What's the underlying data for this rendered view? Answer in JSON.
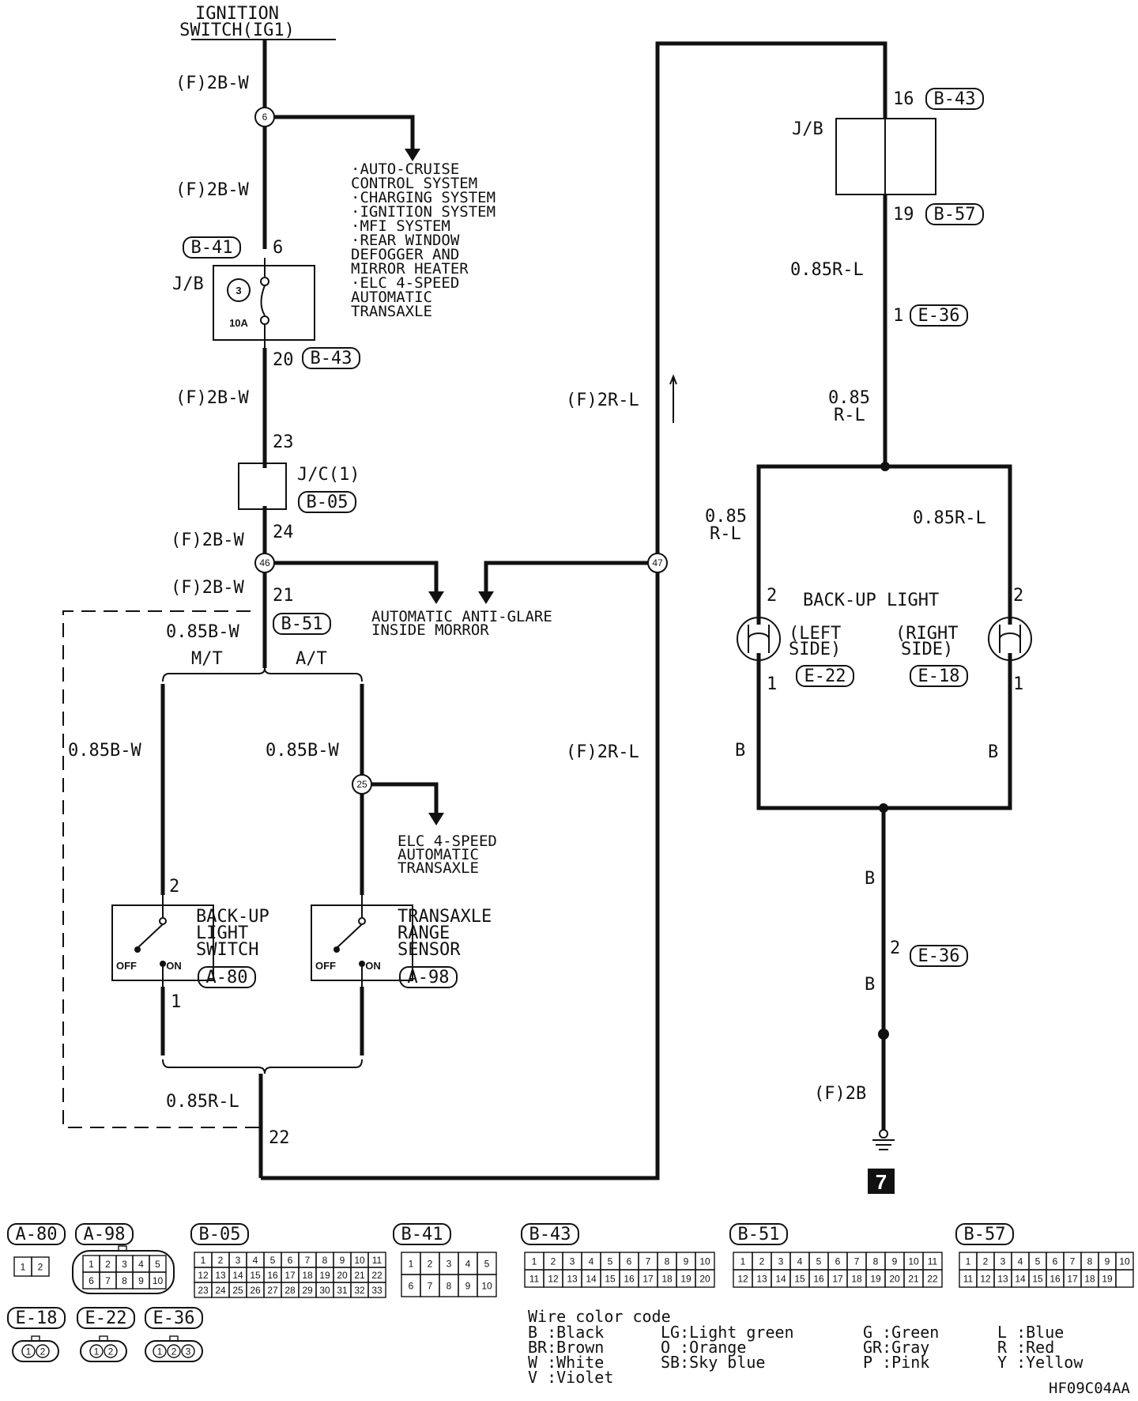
{
  "labels": {
    "ig_line1": "IGNITION",
    "ig_line2": "SWITCH(IG1)",
    "w1": "(F)2B-W",
    "w2": "(F)2B-W",
    "w3": "(F)2B-W",
    "w4": "(F)2B-W",
    "w5": "(F)2B-W",
    "w6": "0.85B-W",
    "mt": "M/T",
    "at": "A/T",
    "w7": "0.85B-W",
    "w8": "0.85B-W",
    "w9": "0.85R-L",
    "w10": "(F)2R-L",
    "w11": "(F)2R-L",
    "w12": "0.85R-L",
    "w13a": "0.85",
    "w13b": "R-L",
    "w14a": "0.85",
    "w14b": "R-L",
    "w15": "0.85R-L",
    "w16": "B",
    "w17": "B",
    "w18": "B",
    "w19": "B",
    "w20": "(F)2B",
    "jb_left": "J/B",
    "jb_right": "J/B",
    "fuse_no": "3",
    "fuse_amp": "10A",
    "jc_label": "J/C(1)",
    "conn_b41": "B-41",
    "conn_b43_l": "B-43",
    "conn_b05": "B-05",
    "conn_b51": "B-51",
    "conn_b43_r": "B-43",
    "conn_b57": "B-57",
    "conn_e36_a": "E-36",
    "conn_e22": "E-22",
    "conn_e18": "E-18",
    "conn_e36_b": "E-36",
    "conn_a80": "A-80",
    "conn_a98": "A-98",
    "pin_6": "6",
    "pin_20": "20",
    "pin_23": "23",
    "pin_24": "24",
    "pin_21": "21",
    "pin_22": "22",
    "pin_16": "16",
    "pin_19": "19",
    "pin_1_e36": "1",
    "pin_2_l": "2",
    "pin_1_l": "1",
    "pin_2_r": "2",
    "pin_1_r": "1",
    "pin_2_e36": "2",
    "pin_2_sw": "2",
    "pin_1_sw": "1",
    "node_6": "6",
    "node_46": "46",
    "node_47": "47",
    "node_25": "25",
    "ground_no": "7",
    "backup_light": "BACK-UP LIGHT",
    "left_a": "(LEFT",
    "left_b": "SIDE)",
    "right_a": "(RIGHT",
    "right_b": "SIDE)",
    "sw1_a": "BACK-UP",
    "sw1_b": "LIGHT",
    "sw1_c": "SWITCH",
    "sw2_a": "TRANSAXLE",
    "sw2_b": "RANGE",
    "sw2_c": "SENSOR",
    "off1": "OFF",
    "on1": "ON",
    "off2": "OFF",
    "on2": "ON",
    "elc_a": "ELC 4-SPEED",
    "elc_b": "AUTOMATIC",
    "elc_c": "TRANSAXLE",
    "mirror_a": "AUTOMATIC ANTI-GLARE",
    "mirror_b": "INSIDE MORROR",
    "diagram_code": "HF09C04AA"
  },
  "systems": [
    "·AUTO-CRUISE",
    " CONTROL SYSTEM",
    "·CHARGING SYSTEM",
    "·IGNITION SYSTEM",
    "·MFI SYSTEM",
    "·REAR WINDOW",
    " DEFOGGER AND",
    " MIRROR HEATER",
    "·ELC 4-SPEED",
    " AUTOMATIC",
    " TRANSAXLE"
  ],
  "connector_views": {
    "a80": {
      "name": "A-80",
      "pins": [
        "1",
        "2"
      ]
    },
    "a98": {
      "name": "A-98",
      "pins": [
        "1",
        "2",
        "3",
        "4",
        "5",
        "6",
        "7",
        "8",
        "9",
        "10"
      ]
    },
    "b05": {
      "name": "B-05",
      "pins": [
        "1",
        "2",
        "3",
        "4",
        "5",
        "6",
        "7",
        "8",
        "9",
        "10",
        "11",
        "12",
        "13",
        "14",
        "15",
        "16",
        "17",
        "18",
        "19",
        "20",
        "21",
        "22",
        "23",
        "24",
        "25",
        "26",
        "27",
        "28",
        "29",
        "30",
        "31",
        "32",
        "33"
      ]
    },
    "b41": {
      "name": "B-41",
      "pins": [
        "1",
        "2",
        "3",
        "4",
        "5",
        "6",
        "7",
        "8",
        "9",
        "10"
      ]
    },
    "b43": {
      "name": "B-43",
      "pins": [
        "1",
        "2",
        "3",
        "4",
        "5",
        "6",
        "7",
        "8",
        "9",
        "10",
        "11",
        "12",
        "13",
        "14",
        "15",
        "16",
        "17",
        "18",
        "19",
        "20"
      ]
    },
    "b51": {
      "name": "B-51",
      "pins": [
        "1",
        "2",
        "3",
        "4",
        "5",
        "6",
        "7",
        "8",
        "9",
        "10",
        "11",
        "12",
        "13",
        "14",
        "15",
        "16",
        "17",
        "18",
        "19",
        "20",
        "21",
        "22"
      ]
    },
    "b57": {
      "name": "B-57",
      "pins": [
        "1",
        "2",
        "3",
        "4",
        "5",
        "6",
        "7",
        "8",
        "9",
        "10",
        "11",
        "12",
        "13",
        "14",
        "15",
        "16",
        "17",
        "18",
        "19"
      ]
    },
    "e18": {
      "name": "E-18",
      "pins": [
        "1",
        "2"
      ]
    },
    "e22": {
      "name": "E-22",
      "pins": [
        "1",
        "2"
      ]
    },
    "e36": {
      "name": "E-36",
      "pins": [
        "1",
        "2",
        "3"
      ]
    }
  },
  "wire_color_code": {
    "title": "Wire color code",
    "entries": [
      "B :Black",
      "BR:Brown",
      "W :White",
      "V :Violet",
      "LG:Light green",
      "O :Orange",
      "SB:Sky blue",
      "G :Green",
      "GR:Gray",
      "P :Pink",
      "L :Blue",
      "R :Red",
      "Y :Yellow"
    ]
  }
}
